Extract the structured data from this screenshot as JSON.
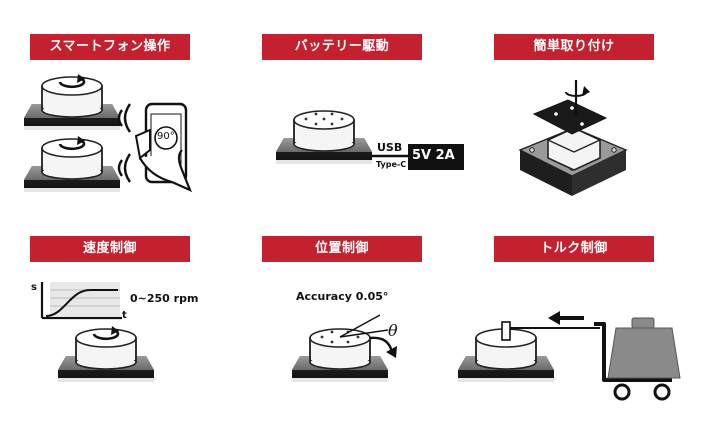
{
  "panels": {
    "smartphone": {
      "label": "スマートフォン操作",
      "screen_value": "90°"
    },
    "battery": {
      "label": "バッテリー駆動",
      "usb_label": "USB",
      "usb_type": "Type-C",
      "power_label": "5V 2A"
    },
    "mounting": {
      "label": "簡単取り付け"
    },
    "speed": {
      "label": "速度制御",
      "axis_y": "s",
      "axis_x": "t",
      "range": "0~250 rpm"
    },
    "position": {
      "label": "位置制御",
      "accuracy": "Accuracy 0.05°",
      "angle_symbol": "θ"
    },
    "torque": {
      "label": "トルク制御"
    }
  },
  "colors": {
    "accent": "#c3212f",
    "dark": "#1a1a1a",
    "grey": "#8a8a8a"
  },
  "icons": [
    "rotate-arrow-icon",
    "wifi-signal-icon",
    "smartphone-icon",
    "usb-cable-icon",
    "screw-icon",
    "speed-graph-icon",
    "angle-arrow-icon",
    "weight-icon",
    "hand-truck-icon"
  ]
}
